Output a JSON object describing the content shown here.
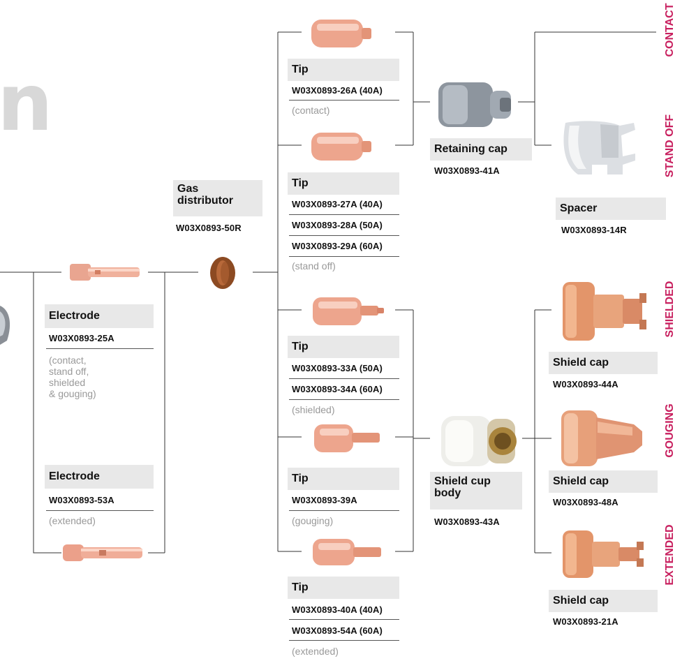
{
  "colors": {
    "accent": "#c8205f",
    "copper": "#d98a6a",
    "label_bg": "#e8e8e8"
  },
  "header_fragment": "n",
  "side_labels": [
    "CONTACT",
    "STAND OFF",
    "SHIELDED",
    "GOUGING",
    "EXTENDED"
  ],
  "electrodes": [
    {
      "title": "Electrode",
      "codes": [
        "W03X0893-25A"
      ],
      "note": "(contact,\nstand off,\nshielded\n& gouging)"
    },
    {
      "title": "Electrode",
      "codes": [
        "W03X0893-53A"
      ],
      "note": "(extended)"
    }
  ],
  "gas_distributor": {
    "title": "Gas\ndistributor",
    "code": "W03X0893-50R"
  },
  "tips": [
    {
      "title": "Tip",
      "codes": [
        "W03X0893-26A (40A)"
      ],
      "note": "(contact)"
    },
    {
      "title": "Tip",
      "codes": [
        "W03X0893-27A (40A)",
        "W03X0893-28A (50A)",
        "W03X0893-29A (60A)"
      ],
      "note": "(stand off)"
    },
    {
      "title": "Tip",
      "codes": [
        "W03X0893-33A (50A)",
        "W03X0893-34A (60A)"
      ],
      "note": "(shielded)"
    },
    {
      "title": "Tip",
      "codes": [
        "W03X0893-39A"
      ],
      "note": "(gouging)"
    },
    {
      "title": "Tip",
      "codes": [
        "W03X0893-40A (40A)",
        "W03X0893-54A (60A)"
      ],
      "note": "(extended)"
    }
  ],
  "retaining_cap": {
    "title": "Retaining cap",
    "code": "W03X0893-41A"
  },
  "shield_cup_body": {
    "title": "Shield cup\nbody",
    "code": "W03X0893-43A"
  },
  "spacer": {
    "title": "Spacer",
    "code": "W03X0893-14R"
  },
  "shield_caps": [
    {
      "title": "Shield cap",
      "code": "W03X0893-44A"
    },
    {
      "title": "Shield cap",
      "code": "W03X0893-48A"
    },
    {
      "title": "Shield cap",
      "code": "W03X0893-21A"
    }
  ]
}
